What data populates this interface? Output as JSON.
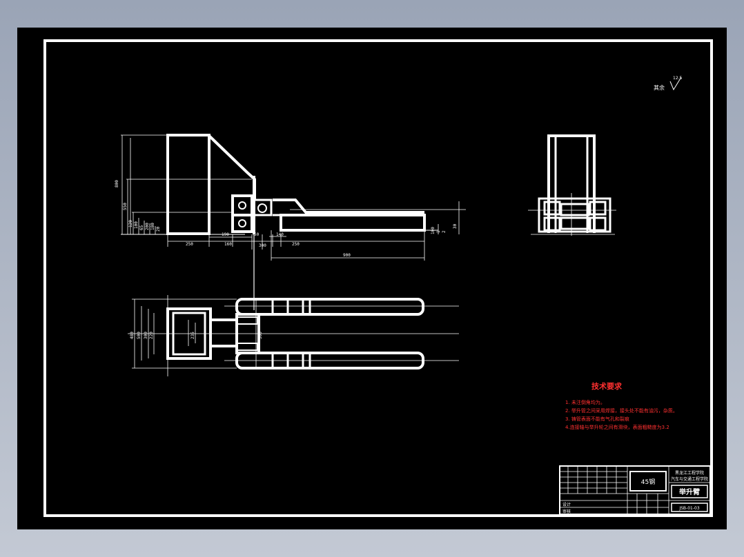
{
  "surface_roughness": {
    "label": "其余",
    "value": "12.5"
  },
  "dimensions": {
    "side_view": [
      "800",
      "550",
      "120",
      "100",
      "65",
      "200",
      "180",
      "20",
      "100",
      "1",
      "2",
      "30",
      "190",
      "50",
      "140",
      "250",
      "160",
      "900",
      "250",
      "300"
    ],
    "top_view": [
      "480",
      "500",
      "300",
      "220",
      "235",
      "300"
    ]
  },
  "tech_requirements": {
    "title": "技术要求",
    "items": [
      "1. 未注倒角均为。",
      "2. 举升管之间采用焊接，接头处不能有油污，杂质。",
      "3. 铸管表面不能有气孔和裂痕",
      "4.连接轴与举升轮之间有滑块，表面粗糙度为3.2"
    ]
  },
  "title_block": {
    "material": "45钢",
    "school": "黑龙江工程学院",
    "school_line2": "汽车与交通工程学院",
    "part_name": "举升臂",
    "drawing_no": "JSB-01-03",
    "designer_label": "设计",
    "reviewer_label": "审核"
  }
}
